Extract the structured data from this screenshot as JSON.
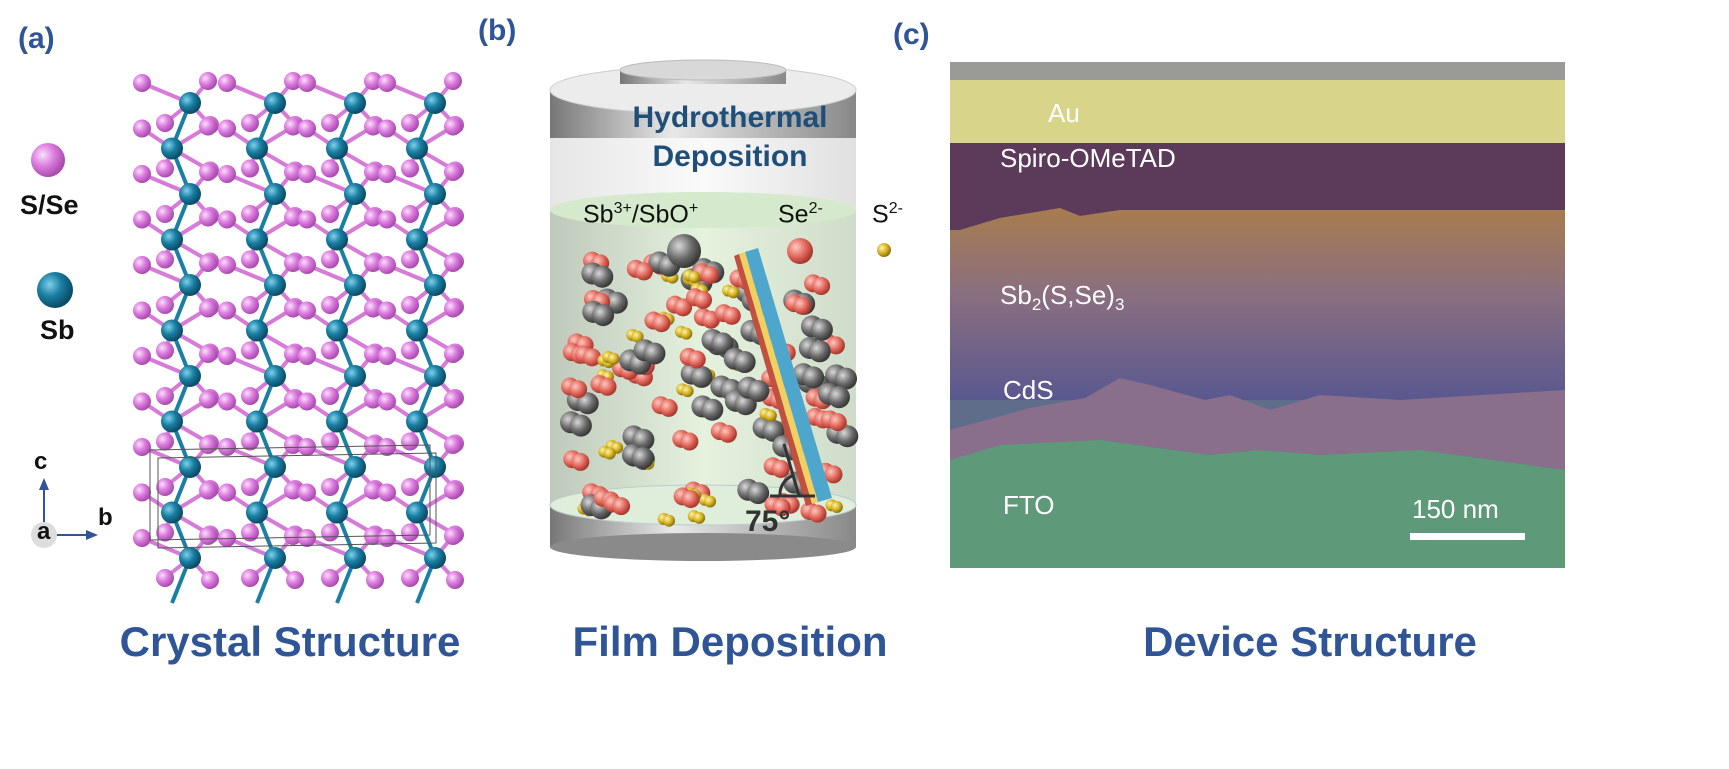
{
  "panels": {
    "a": {
      "label": "(a)",
      "title": "Crystal Structure",
      "legend": [
        {
          "label": "S/Se",
          "color": "#dd7ee0"
        },
        {
          "label": "Sb",
          "color": "#1a7fa3"
        }
      ],
      "axes": {
        "c": "c",
        "b": "b",
        "a": "a"
      }
    },
    "b": {
      "label": "(b)",
      "title": "Film Deposition",
      "heading_line1": "Hydrothermal",
      "heading_line2": "Deposition",
      "ions": {
        "sb_main": "Sb",
        "sb_sup": "3+",
        "sbo_main": "/SbO",
        "sbo_sup": "+",
        "se_main": "Se",
        "se_sup": "2-",
        "s_main": "S",
        "s_sup": "2-"
      },
      "angle": "75°"
    },
    "c": {
      "label": "(c)",
      "title": "Device Structure",
      "layers": {
        "au": "Au",
        "spiro": "Spiro-OMeTAD",
        "absorber_main": "Sb",
        "absorber_sub1": "2",
        "absorber_mid": "(S,Se)",
        "absorber_sub2": "3",
        "cds": "CdS",
        "fto": "FTO"
      },
      "scale_bar": "150 nm"
    }
  },
  "colors": {
    "title": "#2f5597",
    "s_se": "#dd7ee0",
    "sb": "#1a7fa3",
    "se_ion": "#e0665a",
    "s_ion": "#d4b020",
    "sb_ion": "#6a6a6a"
  }
}
